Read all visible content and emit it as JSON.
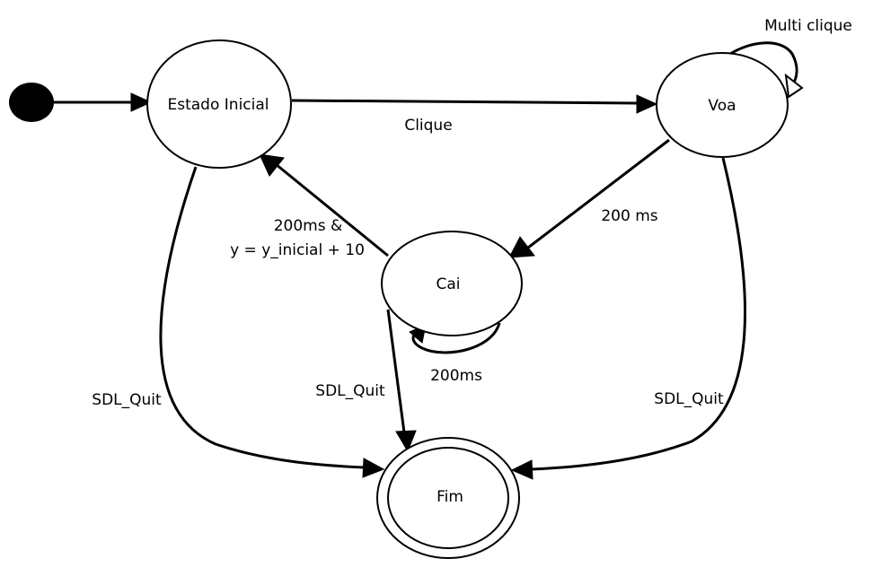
{
  "states": {
    "estado_inicial": "Estado Inicial",
    "voa": "Voa",
    "cai": "Cai",
    "fim": "Fim"
  },
  "transitions": {
    "clique": "Clique",
    "multi_clique": "Multi clique",
    "voa_to_cai": "200 ms",
    "cai_to_inicial_line1": "200ms &",
    "cai_to_inicial_line2": "y = y_inicial + 10",
    "cai_self": "200ms",
    "quit_inicial": "SDL_Quit",
    "quit_cai": "SDL_Quit",
    "quit_voa": "SDL_Quit"
  }
}
